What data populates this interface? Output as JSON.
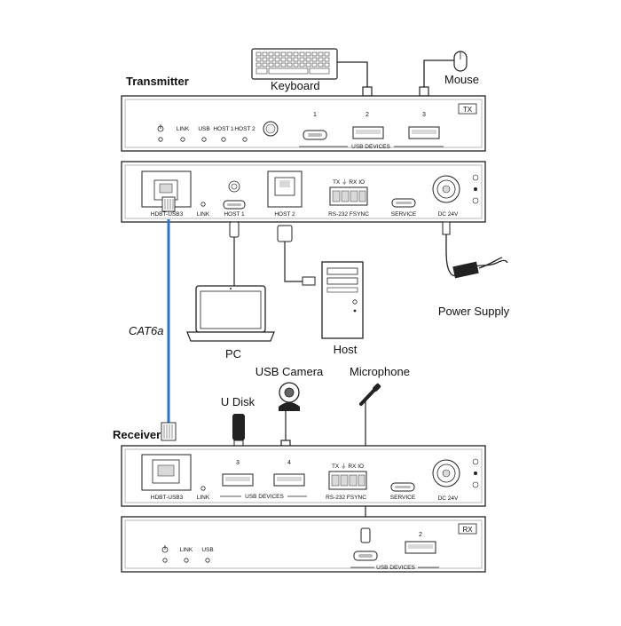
{
  "labels": {
    "transmitter": "Transmitter",
    "receiver": "Receiver",
    "keyboard": "Keyboard",
    "mouse": "Mouse",
    "power_supply": "Power Supply",
    "pc": "PC",
    "host": "Host",
    "cat6a": "CAT6a",
    "usb_camera": "USB Camera",
    "microphone": "Microphone",
    "u_disk": "U Disk"
  },
  "tx_front": {
    "badge": "TX",
    "led_link": "LINK",
    "led_usb": "USB",
    "led_host1": "HOST 1",
    "led_host2": "HOST 2",
    "port1": "1",
    "port2": "2",
    "port3": "3",
    "usb_devices": "USB DEVICES"
  },
  "tx_rear": {
    "hdbt": "HDBT-USB3",
    "link": "LINK",
    "host1": "HOST 1",
    "host2": "HOST 2",
    "serial_top": "TX  ⏚  RX  IO",
    "serial_bottom": "RS-232  FSYNC",
    "service": "SERVICE",
    "dc": "DC 24V"
  },
  "rx_rear": {
    "hdbt": "HDBT-USB3",
    "link": "LINK",
    "port3": "3",
    "port4": "4",
    "usb_devices": "USB DEVICES",
    "serial_top": "TX  ⏚  RX  IO",
    "serial_bottom": "RS-232  FSYNC",
    "service": "SERVICE",
    "dc": "DC 24V"
  },
  "rx_front": {
    "badge": "RX",
    "led_link": "LINK",
    "led_usb": "USB",
    "port2": "2",
    "usb_devices": "USB DEVICES"
  },
  "colors": {
    "cable_blue": "#2f73c8",
    "line": "#222222",
    "panel_fill": "#ffffff",
    "port_fill": "#d9d9d9"
  }
}
